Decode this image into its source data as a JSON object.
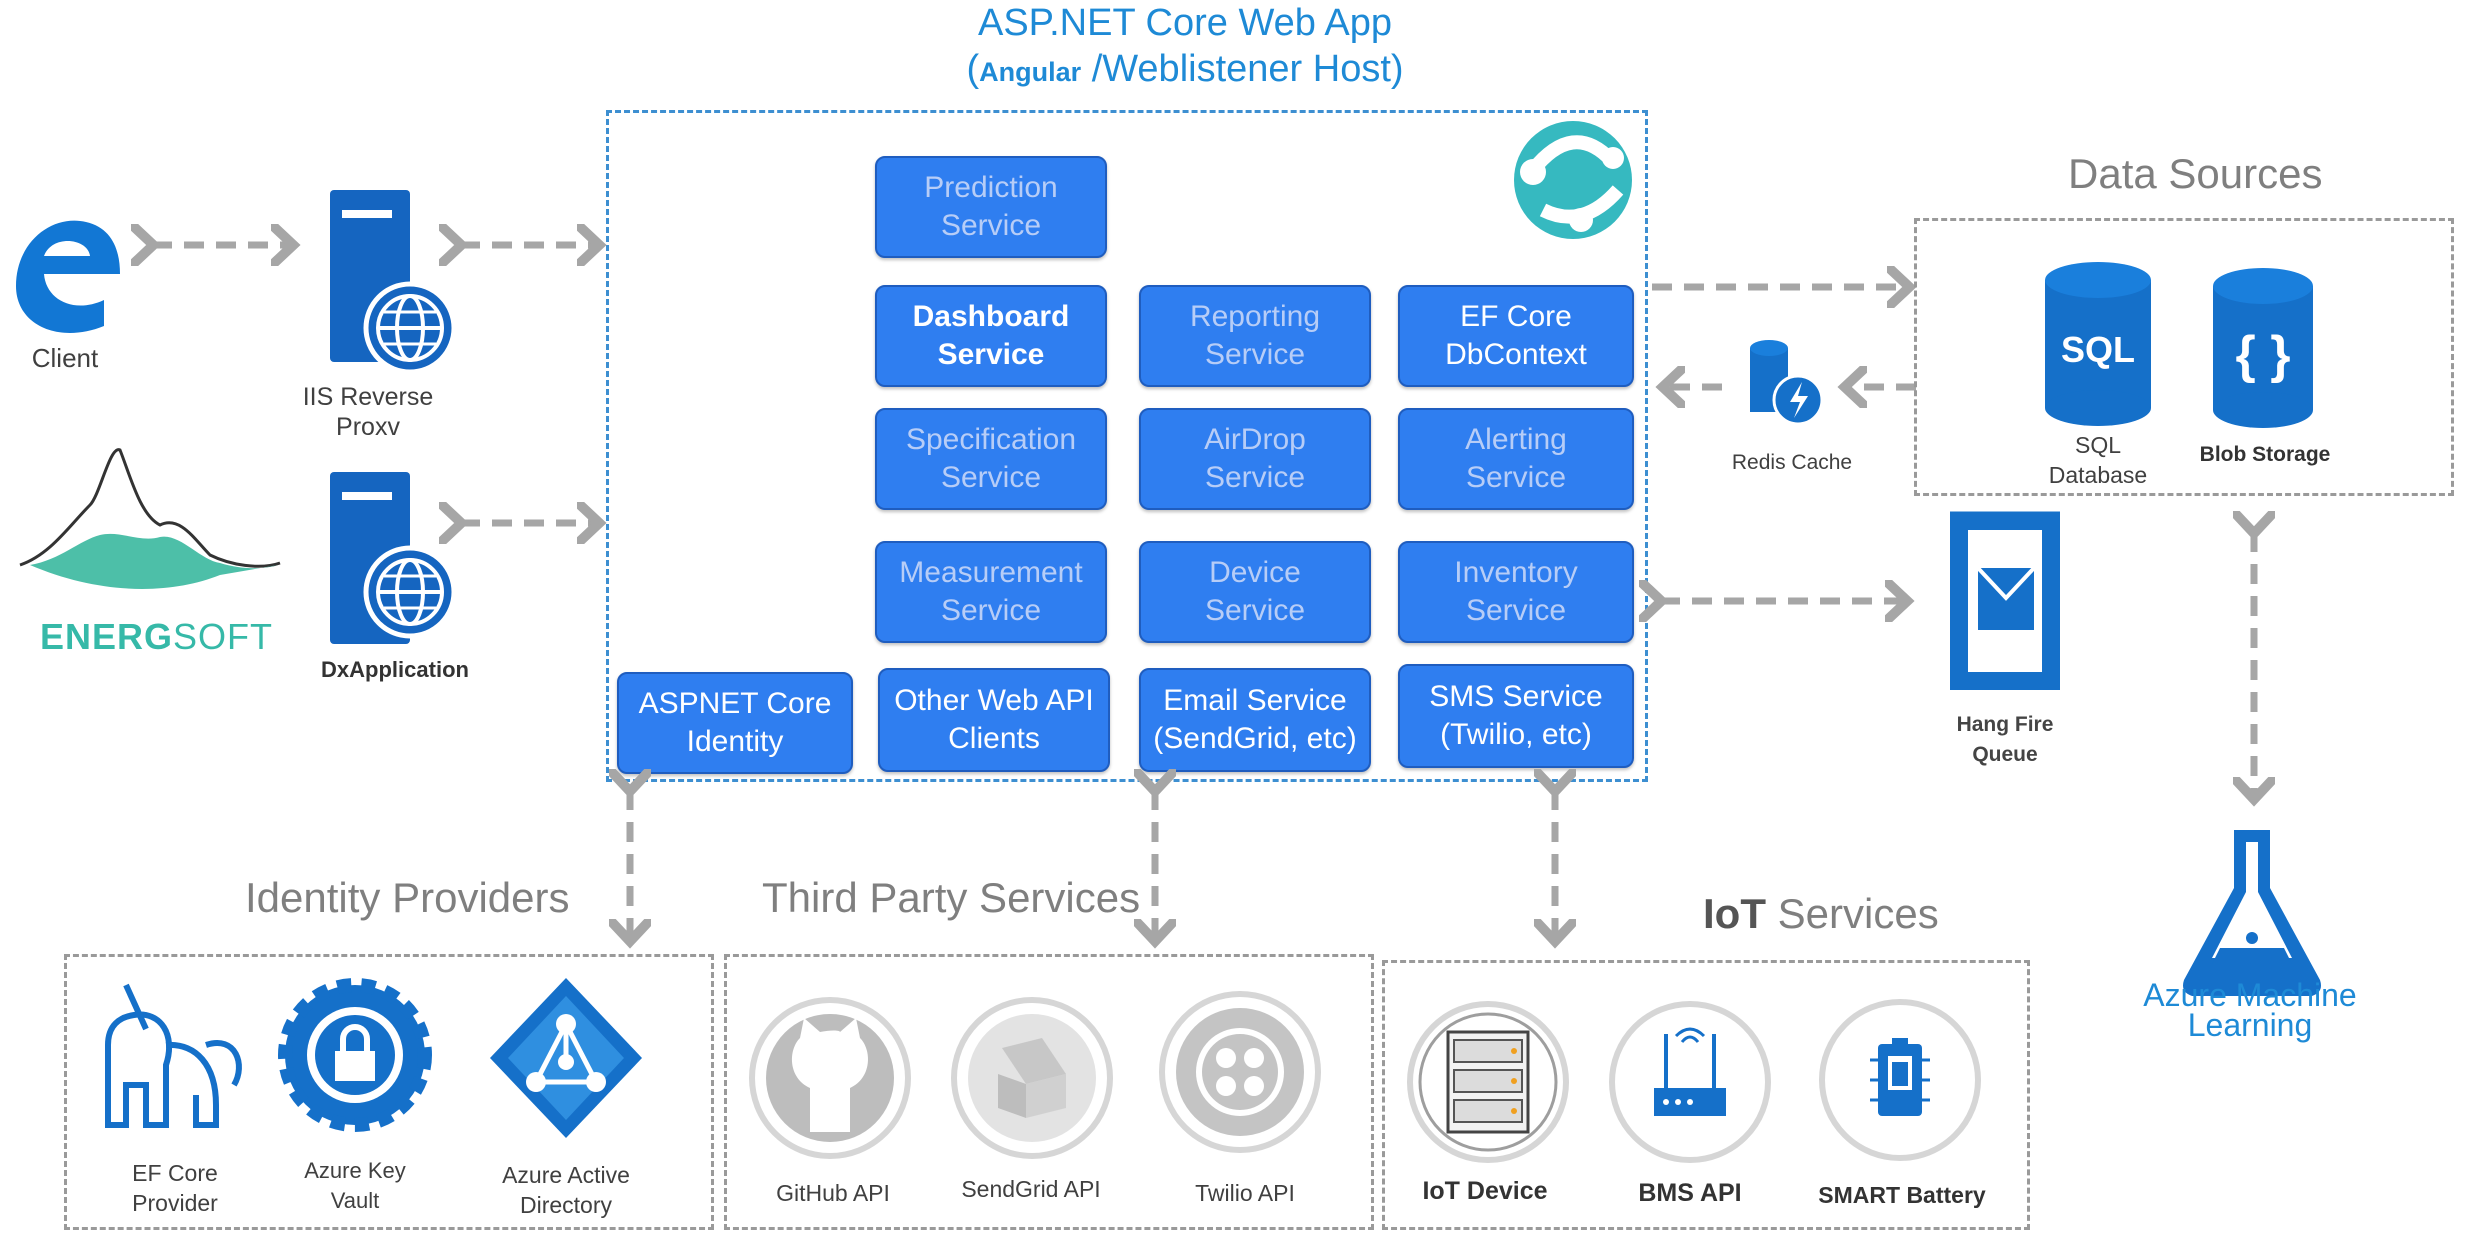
{
  "app": {
    "title": "ASP.NET Core Web App",
    "subtitle_paren_open": "(",
    "subtitle_angular": "Angular",
    "subtitle_rest": "/Weblistener Host)"
  },
  "left": {
    "client": "Client",
    "iis": "IIS Reverse\nProxv",
    "energsoft_a": "ENERG",
    "energsoft_b": "SOFT",
    "dxapp": "DxApplication"
  },
  "services": {
    "prediction": "Prediction\nService",
    "dashboard": "Dashboard\nService",
    "reporting": "Reporting\nService",
    "efcore": "EF Core\nDbContext",
    "specification": "Specification\nService",
    "airdrop": "AirDrop\nService",
    "alerting": "Alerting\nService",
    "measurement": "Measurement\nService",
    "device": "Device\nService",
    "inventory": "Inventory\nService",
    "identity": "ASPNET Core\nIdentity",
    "otherweb": "Other Web API\nClients",
    "email": "Email Service\n(SendGrid, etc)",
    "sms": "SMS Service\n(Twilio, etc)"
  },
  "data_sources": {
    "title": "Data Sources",
    "sql_icon_text": "SQL",
    "sql": "SQL\nDatabase",
    "blob_icon_text": "{ }",
    "blob": "Blob Storage",
    "redis": "Redis Cache",
    "hangfire": "Hang Fire\nQueue",
    "azure_ml": "Azure Machine Learning"
  },
  "identity_providers": {
    "title": "Identity Providers",
    "ef_core_provider": "EF Core\nProvider",
    "key_vault": "Azure Key\nVault",
    "active_directory": "Azure Active\nDirectory"
  },
  "third_party": {
    "title": "Third Party Services",
    "github": "GitHub API",
    "sendgrid": "SendGrid API",
    "twilio": "Twilio API"
  },
  "iot": {
    "title_bold": "IoT",
    "title_rest": " Services",
    "device": "IoT Device",
    "bms": "BMS API",
    "battery": "SMART Battery"
  },
  "colors": {
    "accent": "#1e8ad6",
    "service_fill": "#2f7ef0",
    "arrow": "#a6a6a6",
    "icon_blue": "#1570c9"
  }
}
